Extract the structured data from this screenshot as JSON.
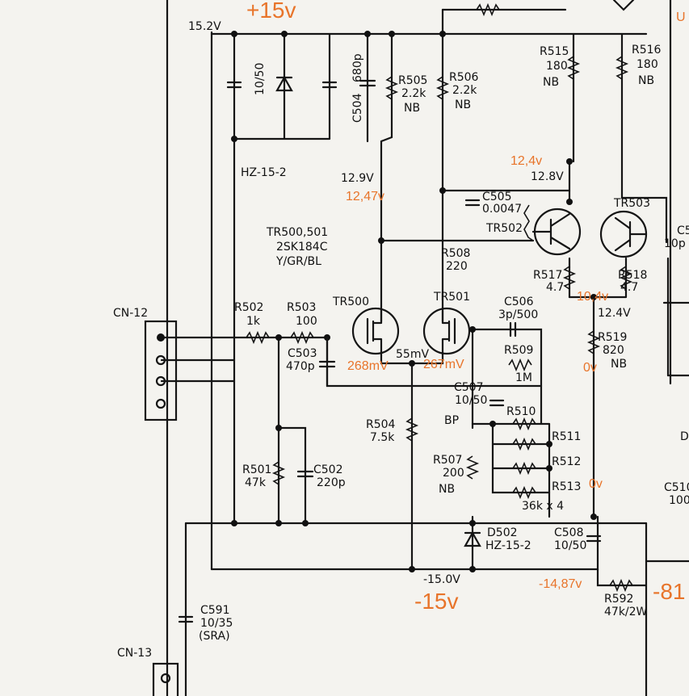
{
  "colors": {
    "annotation": "#e8742a",
    "ink": "#151515",
    "paper": "#f4f3ef"
  },
  "rails": {
    "plus_rail_label": "15.2V",
    "minus_rail_label": "-15.0V"
  },
  "connectors": {
    "cn12": "CN-12",
    "cn13": "CN-13"
  },
  "components": {
    "r502": {
      "ref": "R502",
      "value": "1k"
    },
    "r503": {
      "ref": "R503",
      "value": "100"
    },
    "c503": {
      "ref": "C503",
      "value": "470p"
    },
    "r501": {
      "ref": "R501",
      "value": "47k"
    },
    "c502": {
      "ref": "C502",
      "value": "220p"
    },
    "c591": {
      "ref": "C591",
      "value": "10/35",
      "note": "(SRA)"
    },
    "zener_top": {
      "cap_value": "10/50",
      "part": "HZ-15-2"
    },
    "c504": {
      "ref": "C504",
      "value": "680p"
    },
    "r505": {
      "ref": "R505",
      "value": "2.2k",
      "tag": "NB"
    },
    "r506": {
      "ref": "R506",
      "value": "2.2k",
      "tag": "NB"
    },
    "r515": {
      "ref": "R515",
      "value": "180",
      "tag": "NB"
    },
    "r516": {
      "ref": "R516",
      "value": "180",
      "tag": "NB"
    },
    "c505": {
      "ref": "C505",
      "value": "0.0047"
    },
    "r508": {
      "ref": "R508",
      "value": "220"
    },
    "tr500_501": {
      "ref": "TR500,501",
      "part": "2SK184C",
      "grade": "Y/GR/BL"
    },
    "tr500": {
      "ref": "TR500"
    },
    "tr501": {
      "ref": "TR501"
    },
    "tr502": {
      "ref": "TR502"
    },
    "tr503": {
      "ref": "TR503"
    },
    "r517": {
      "ref": "R517",
      "value": "4.7"
    },
    "r518": {
      "ref": "R518",
      "value": "4.7"
    },
    "c506": {
      "ref": "C506",
      "value": "3p/500"
    },
    "r509": {
      "ref": "R509",
      "value": "1M"
    },
    "r519": {
      "ref": "R519",
      "value": "820",
      "tag": "NB"
    },
    "c507": {
      "ref": "C507",
      "value": "10/50",
      "tag": "BP"
    },
    "r510": {
      "ref": "R510"
    },
    "r511": {
      "ref": "R511"
    },
    "r512": {
      "ref": "R512"
    },
    "r513": {
      "ref": "R513"
    },
    "r51x_value": "36k x 4",
    "r504": {
      "ref": "R504",
      "value": "7.5k"
    },
    "r507": {
      "ref": "R507",
      "value": "200",
      "tag": "NB"
    },
    "d502": {
      "ref": "D502",
      "part": "HZ-15-2"
    },
    "c508": {
      "ref": "C508",
      "value": "10/50"
    },
    "r592": {
      "ref": "R592",
      "value": "47k/2W"
    }
  },
  "voltages_printed": {
    "v_12_9": "12.9V",
    "v_12_8": "12.8V",
    "v_12_4": "12.4V",
    "drain_mv": "55mV"
  },
  "annotations": {
    "plus15": "+15v",
    "minus15": "-15v",
    "v_12_47": "12,47v",
    "v_12_4": "12,4v",
    "v_10_4": "10,4v",
    "v_268": "268mV",
    "v_267": "267mV",
    "v_0_a": "0v",
    "v_0_b": "0v",
    "v_neg14_87": "-14,87v",
    "minus8_partial": "-81",
    "u_partial": "U"
  },
  "partial_right": {
    "c_right": "C5",
    "c_right_val": "10p",
    "c510": "C510",
    "c510_val": "100",
    "d_right": "D"
  }
}
